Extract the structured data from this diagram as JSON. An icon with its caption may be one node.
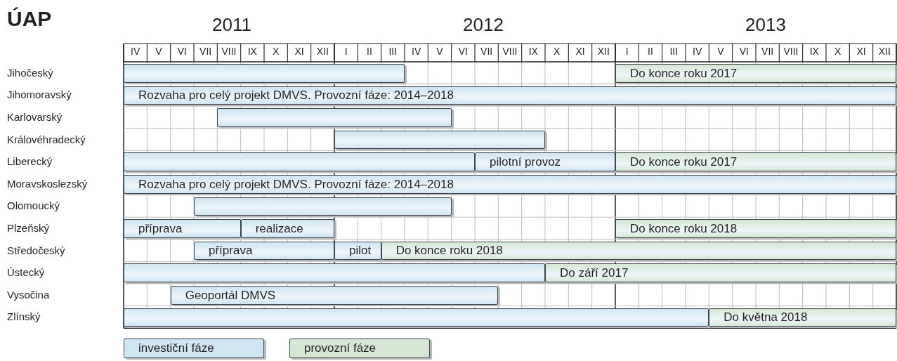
{
  "diagram": {
    "title": "ÚAP",
    "nodes": [
      {
        "text": [],
        "shape": "bar"
      },
      {
        "text": [
          "Do konce roku 2017"
        ]
      },
      {
        "text": [
          "Rozvaha pro celý projekt DMVS. Provozní fáze: 2014–2018"
        ]
      },
      {
        "text": [],
        "shape": "bar"
      },
      {
        "text": [],
        "shape": "bar"
      },
      {
        "text": [],
        "shape": "bar"
      },
      {
        "text": [
          "pilotní provoz"
        ]
      },
      {
        "text": [
          "Do konce roku 2017"
        ]
      },
      {
        "text": [
          "Rozvaha pro celý projekt DMVS. Provozní fáze: 2014–2018"
        ]
      },
      {
        "text": [],
        "shape": "bar"
      },
      {
        "text": [
          "příprava"
        ]
      },
      {
        "text": [
          "realizace"
        ]
      },
      {
        "text": [
          "Do konce roku 2018"
        ]
      },
      {
        "text": [
          "příprava"
        ]
      },
      {
        "text": [
          "pilot"
        ]
      },
      {
        "text": [
          "Do konce roku 2018"
        ]
      },
      {
        "text": [],
        "shape": "bar"
      },
      {
        "text": [
          "Do září 2017"
        ]
      },
      {
        "text": [
          "Geoportál DMVS"
        ]
      },
      {
        "text": [],
        "shape": "bar"
      },
      {
        "text": [
          "Do května 2018"
        ]
      }
    ],
    "labels": [
      "2011",
      "2012",
      "2013",
      "IV",
      "V",
      "VI",
      "VII",
      "VIII",
      "IX",
      "X",
      "XI",
      "XII",
      "I",
      "II",
      "III",
      "IV",
      "V",
      "VI",
      "VII",
      "VIII",
      "IX",
      "X",
      "XI",
      "XII",
      "I",
      "II",
      "III",
      "IV",
      "V",
      "VI",
      "VII",
      "VIII",
      "IX",
      "X",
      "XI",
      "XII",
      "Jihočeský",
      "Jihomoravský",
      "Karlovarský",
      "Královéhradecký",
      "Liberecký",
      "Moravskoslezský",
      "Olomoucký",
      "Plzeňský",
      "Středočeský",
      "Ústecký",
      "Vysočina",
      "Zlínský"
    ],
    "legend": [
      {
        "text": "investiční fáze",
        "color": "#cfe5f2"
      },
      {
        "text": "provozní fáze",
        "color": "#d5e7d3"
      }
    ]
  }
}
